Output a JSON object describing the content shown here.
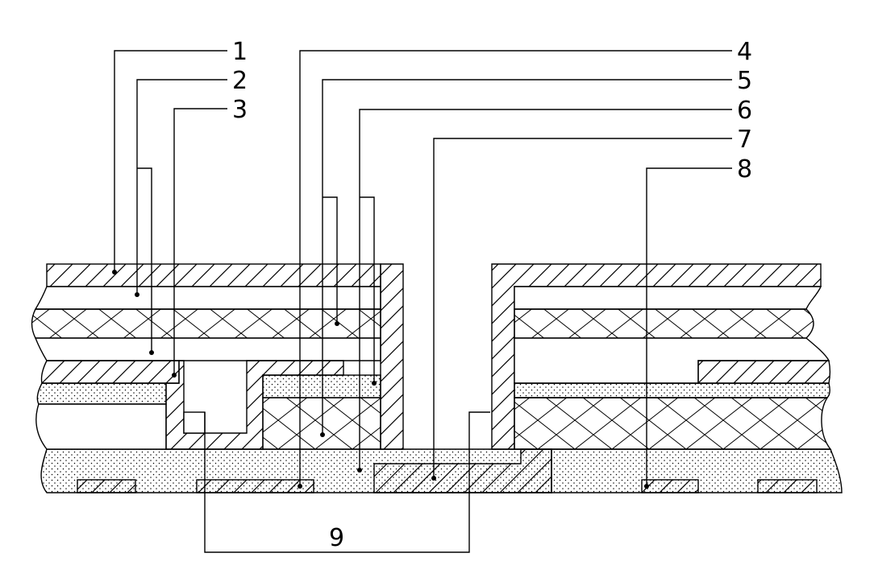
{
  "diagram": {
    "labels": [
      "1",
      "2",
      "3",
      "4",
      "5",
      "6",
      "7",
      "8",
      "9"
    ]
  }
}
